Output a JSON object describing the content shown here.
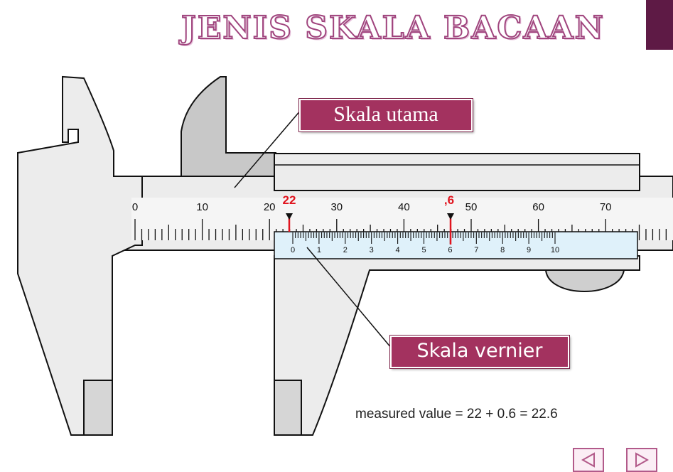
{
  "title": "JENIS  SKALA BACAAN",
  "callouts": {
    "main_scale": "Skala utama",
    "vernier_scale": "Skala vernier"
  },
  "main_scale": {
    "labels": [
      "0",
      "10",
      "20",
      "30",
      "40",
      "50",
      "60",
      "70"
    ]
  },
  "vernier_scale": {
    "labels": [
      "0",
      "1",
      "2",
      "3",
      "4",
      "5",
      "6",
      "7",
      "8",
      "9",
      "10"
    ]
  },
  "reading_marks": {
    "main": "22",
    "vernier": ",6"
  },
  "formula": "measured value  = 22 + 0.6 = 22.6",
  "nav": {
    "prev_icon": "triangle-left-icon",
    "next_icon": "triangle-right-icon"
  },
  "colors": {
    "accent": "#a3325f",
    "title_outline": "#a0457e",
    "reading_red": "#e0141e",
    "vernier_fill": "#dff1fa",
    "body_fill": "#ececec"
  }
}
